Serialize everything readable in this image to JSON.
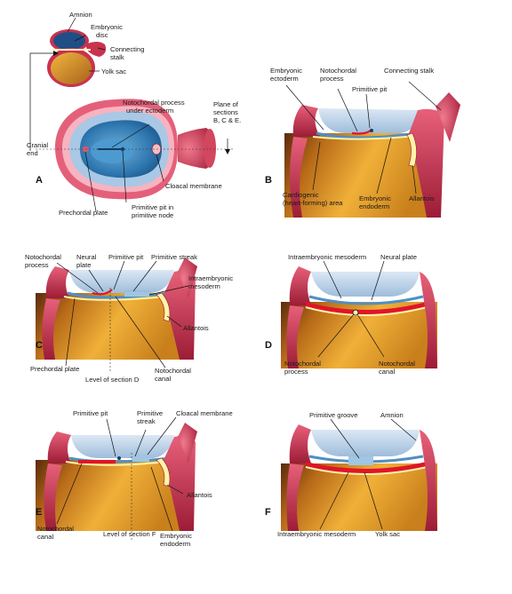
{
  "panels": {
    "a": "A",
    "b": "B",
    "c": "C",
    "d": "D",
    "e": "E",
    "f": "F"
  },
  "a": {
    "amnion": "Amnion",
    "embryonic_disc": [
      "Embryonic",
      "disc"
    ],
    "connecting_stalk": [
      "Connecting",
      "stalk"
    ],
    "yolk_sac": "Yolk sac",
    "notochordal_process": [
      "Notochordal process",
      "under ectoderm"
    ],
    "plane": [
      "Plane of",
      "sections",
      "B, C & E."
    ],
    "cranial_end": [
      "Cranial",
      "end"
    ],
    "cloacal_membrane": "Cloacal membrane",
    "primitive_pit": [
      "Primitive pit in",
      "primitive node"
    ],
    "prechordal_plate": "Prechordal plate"
  },
  "b": {
    "embryonic_ectoderm": [
      "Embryonic",
      "ectoderm"
    ],
    "notochordal_process": [
      "Notochordal",
      "process"
    ],
    "primitive_pit": "Primitive pit",
    "connecting_stalk": "Connecting stalk",
    "cardiogenic": [
      "Cardiogenic",
      "(heart-forming) area"
    ],
    "embryonic_endoderm": [
      "Embryonic",
      "endoderm"
    ],
    "allantois": "Allantois"
  },
  "c": {
    "notochordal_process": [
      "Notochordal",
      "process"
    ],
    "neural_plate": [
      "Neural",
      "plate"
    ],
    "primitive_pit": "Primitive pit",
    "primitive_streak": "Primitive streak",
    "intraembryonic_mesoderm": [
      "Intraembryonic",
      "mesoderm"
    ],
    "allantois": "Allantois",
    "prechordal_plate": "Prechordal plate",
    "notochordal_canal": [
      "Notochordal",
      "canal"
    ],
    "level": "Level of section D"
  },
  "d": {
    "intraembryonic_mesoderm": "Intraembryonic mesoderm",
    "neural_plate": "Neural plate",
    "notochordal_process": [
      "Notochordal",
      "process"
    ],
    "notochordal_canal": [
      "Notochordal",
      "canal"
    ]
  },
  "e": {
    "primitive_pit": "Primitive pit",
    "primitive_streak": [
      "Primitive",
      "streak"
    ],
    "cloacal_membrane": "Cloacal membrane",
    "allantois": "Allantois",
    "notochordal_canal": [
      "Notochordal",
      "canal"
    ],
    "level": "Level of section F",
    "embryonic_endoderm": [
      "Embryonic",
      "endoderm"
    ]
  },
  "f": {
    "primitive_groove": "Primitive groove",
    "amnion": "Amnion",
    "intraembryonic_mesoderm": "Intraembryonic mesoderm",
    "yolk_sac": "Yolk sac"
  },
  "colors": {
    "amnion_wall": "#c8324e",
    "amniotic_cavity": "#b5cfe8",
    "ectoderm": "#4f8fc4",
    "yolk": "#d98a1c",
    "mesoderm": "#e0142a",
    "endoderm": "#fff4a8"
  }
}
